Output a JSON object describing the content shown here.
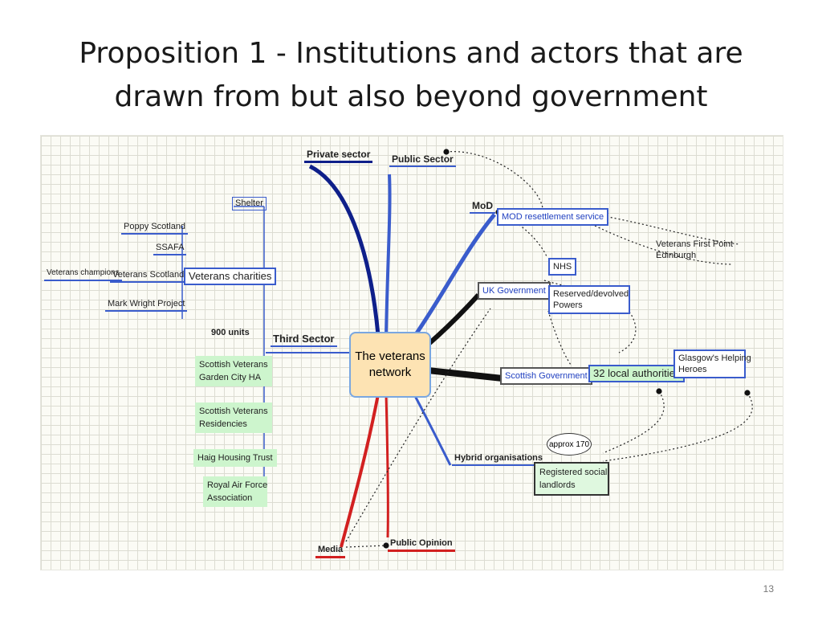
{
  "slide": {
    "title_line1": "Proposition 1 - Institutions and actors that are",
    "title_line2": "drawn from but also beyond government",
    "number": "13"
  },
  "diagram": {
    "center": {
      "line1": "The veterans",
      "line2": "network"
    },
    "nodes": {
      "private_sector": "Private sector",
      "public_sector": "Public Sector",
      "mod": "MoD",
      "mod_resettlement": "MOD resettlement service",
      "veterans_first_point_1": "Veterans First Point",
      "veterans_first_point_2": "Edinburgh",
      "nhs": "NHS",
      "uk_government": "UK Government",
      "reserved_powers_1": "Reserved/devolved",
      "reserved_powers_2": "Powers",
      "scottish_government": "Scottish Government",
      "local_authorities": "32 local authorities",
      "glasgows_helping_1": "Glasgow's Helping",
      "glasgows_helping_2": "Heroes",
      "shelter": "Shelter",
      "poppy_scotland": "Poppy Scotland",
      "ssafa": "SSAFA",
      "veterans_scotland": "Veterans Scotland",
      "veterans_champions": "Veterans champions",
      "veterans_charities": "Veterans charities",
      "mark_wright": "Mark Wright Project",
      "units": "900 units",
      "third_sector": "Third Sector",
      "svgc_1": "Scottish Veterans",
      "svgc_2": "Garden City HA",
      "svr_1": "Scottish Veterans",
      "svr_2": "Residencies",
      "haig": "Haig Housing Trust",
      "raf_1": "Royal Air Force",
      "raf_2": "Association",
      "hybrid": "Hybrid organisations",
      "approx": "approx 170",
      "rsl_1": "Registered social",
      "rsl_2": "landlords",
      "media": "Media",
      "public_opinion": "Public Opinion"
    }
  }
}
